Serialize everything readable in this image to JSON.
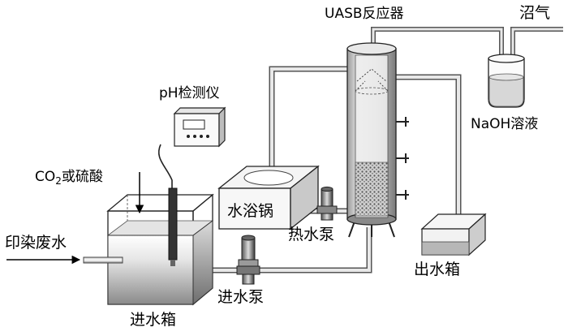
{
  "labels": {
    "uasb": "UASB反应器",
    "biogas": "沼气",
    "naoh": "NaOH溶液",
    "ph_meter": "pH检测仪",
    "acid_main": "CO",
    "acid_sub": "2",
    "acid_tail": "或硫酸",
    "water_bath": "水浴锅",
    "hot_pump": "热水泵",
    "effluent_tank": "出水箱",
    "feed_pump": "进水泵",
    "influent": "印染废水",
    "feed_tank": "进水箱"
  }
}
